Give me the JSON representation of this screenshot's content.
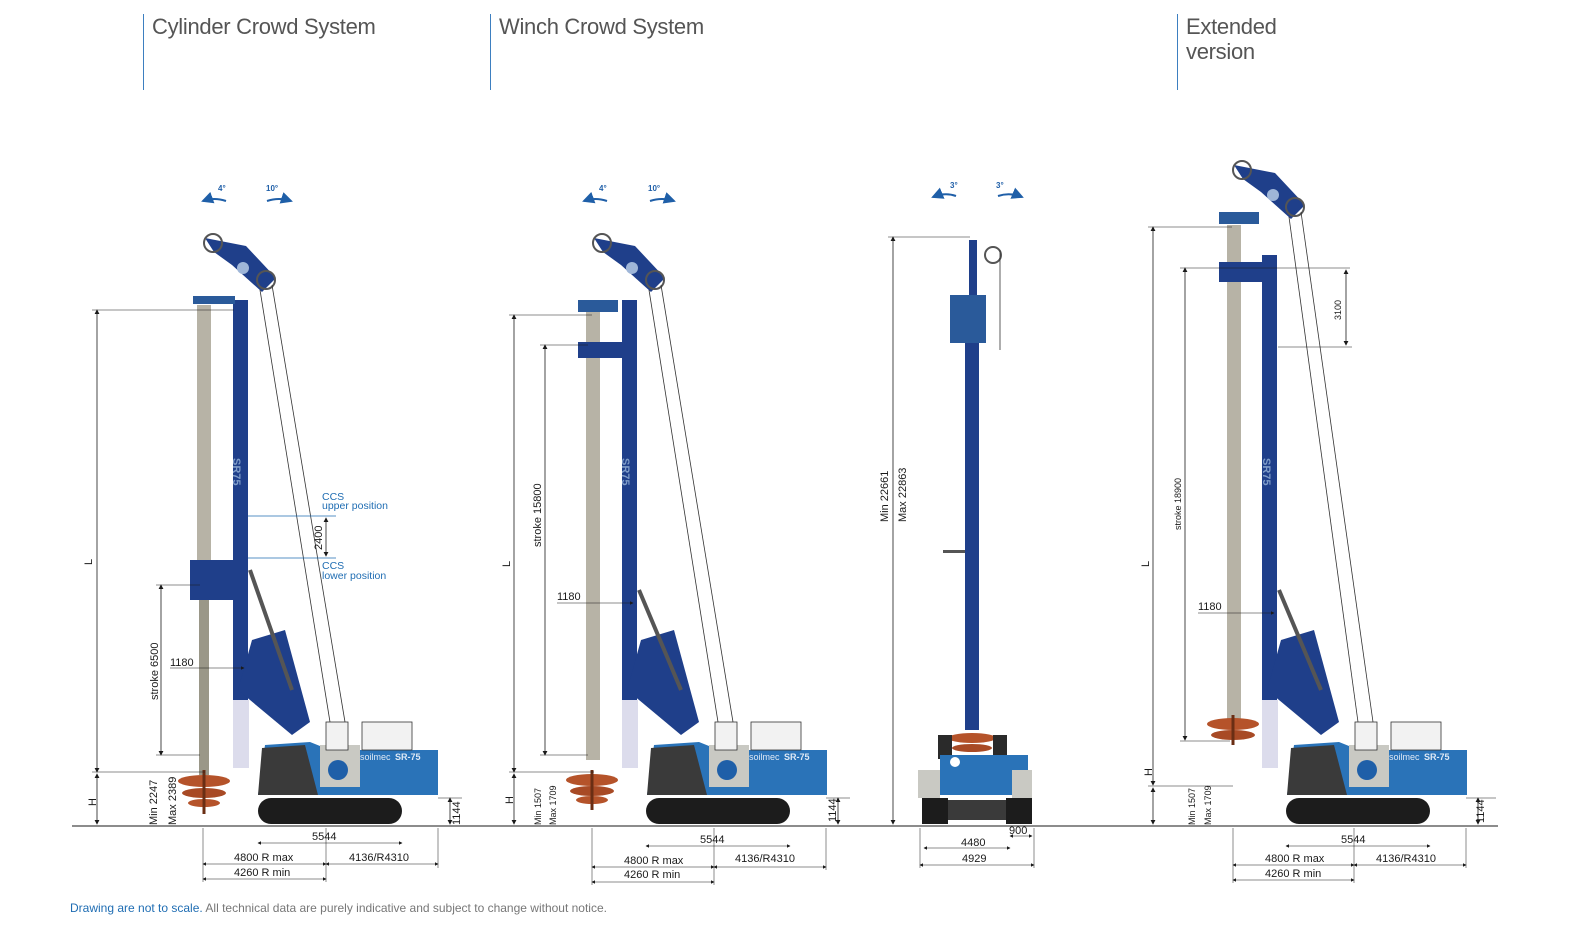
{
  "headers": {
    "cylinder": "Cylinder Crowd System",
    "winch": "Winch Crowd System",
    "extended_line1": "Extended",
    "extended_line2": "version"
  },
  "footer": {
    "emphasis": "Drawing are not to scale.",
    "note": "All technical data are purely indicative and subject to change without notice."
  },
  "rig1": {
    "angle_left": "4°",
    "angle_right": "10°",
    "L": "L",
    "H": "H",
    "stroke": "stroke 6500",
    "kelly": "1180",
    "ccs_upper_1": "CCS",
    "ccs_upper_2": "upper position",
    "ccs_lower_1": "CCS",
    "ccs_lower_2": "lower position",
    "ccs_travel": "2400",
    "min_h": "Min 2247",
    "max_h": "Max 2389",
    "track_h": "1144",
    "track_len": "5544",
    "r_max": "4800 R max",
    "r_min": "4260 R min",
    "tail": "4136/R4310",
    "brand": "soilmec",
    "model": "SR-75",
    "mast_label": "SR75"
  },
  "rig2": {
    "angle_left": "4°",
    "angle_right": "10°",
    "L": "L",
    "H": "H",
    "stroke": "stroke 15800",
    "kelly": "1180",
    "min_h": "Min 1507",
    "max_h": "Max 1709",
    "track_h": "1144",
    "track_len": "5544",
    "r_max": "4800 R max",
    "r_min": "4260 R min",
    "tail": "4136/R4310",
    "brand": "soilmec",
    "model": "SR-75",
    "mast_label": "SR75"
  },
  "rig3": {
    "angle_left": "3°",
    "angle_right": "3°",
    "min_h": "Min 22661",
    "max_h": "Max 22863",
    "track_w": "4480",
    "track_pad": "900",
    "total_w": "4929"
  },
  "rig4": {
    "L": "L",
    "H": "H",
    "stroke": "stroke 18900",
    "kelly": "1180",
    "ext": "3100",
    "min_h": "Min 1507",
    "max_h": "Max 1709",
    "track_h": "1144",
    "track_len": "5544",
    "r_max": "4800 R max",
    "r_min": "4260 R min",
    "tail": "4136/R4310",
    "brand": "soilmec",
    "model": "SR-75",
    "mast_label": "SR75"
  },
  "colors": {
    "mast_blue": "#1f3f8a",
    "body_blue": "#2a73b8",
    "kelly_grey": "#b7b3a6",
    "auger": "#b5532a",
    "dim_line": "#1a1a1a",
    "accent": "#1f6db3"
  }
}
